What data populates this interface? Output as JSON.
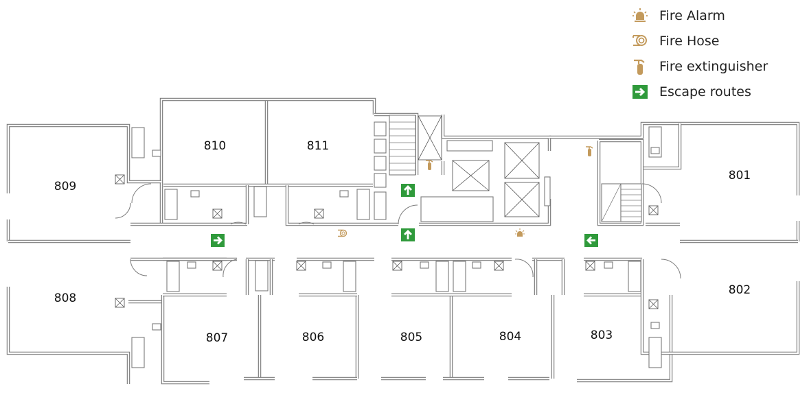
{
  "legend": {
    "items": [
      {
        "icon": "fire-alarm-icon",
        "label": "Fire Alarm"
      },
      {
        "icon": "fire-hose-icon",
        "label": "Fire Hose"
      },
      {
        "icon": "fire-extinguisher-icon",
        "label": "Fire extinguisher"
      },
      {
        "icon": "escape-route-icon",
        "label": "Escape routes"
      }
    ]
  },
  "rooms": [
    "810",
    "811",
    "809",
    "808",
    "801",
    "802",
    "807",
    "806",
    "805",
    "804",
    "803"
  ],
  "colors": {
    "safety": "#c39a5c",
    "escape": "#2f9a3b",
    "wall": "#7a7a7a"
  }
}
